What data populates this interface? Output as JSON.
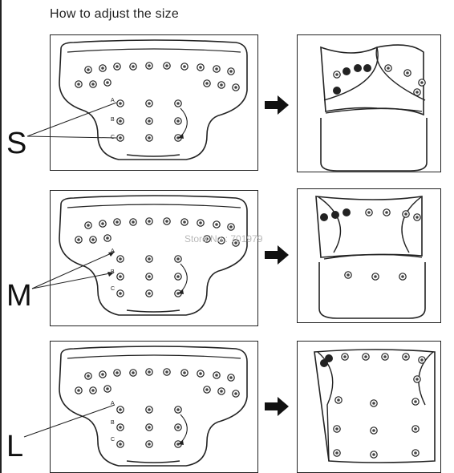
{
  "title": "How to adjust the size",
  "watermark": "Store No.: 701979",
  "panels": [
    {
      "size": "S",
      "snap_rows": [
        "A",
        "B",
        "C"
      ]
    },
    {
      "size": "M",
      "snap_rows": [
        "A",
        "B",
        "C"
      ]
    },
    {
      "size": "L",
      "snap_rows": [
        "A",
        "B",
        "C"
      ]
    }
  ]
}
